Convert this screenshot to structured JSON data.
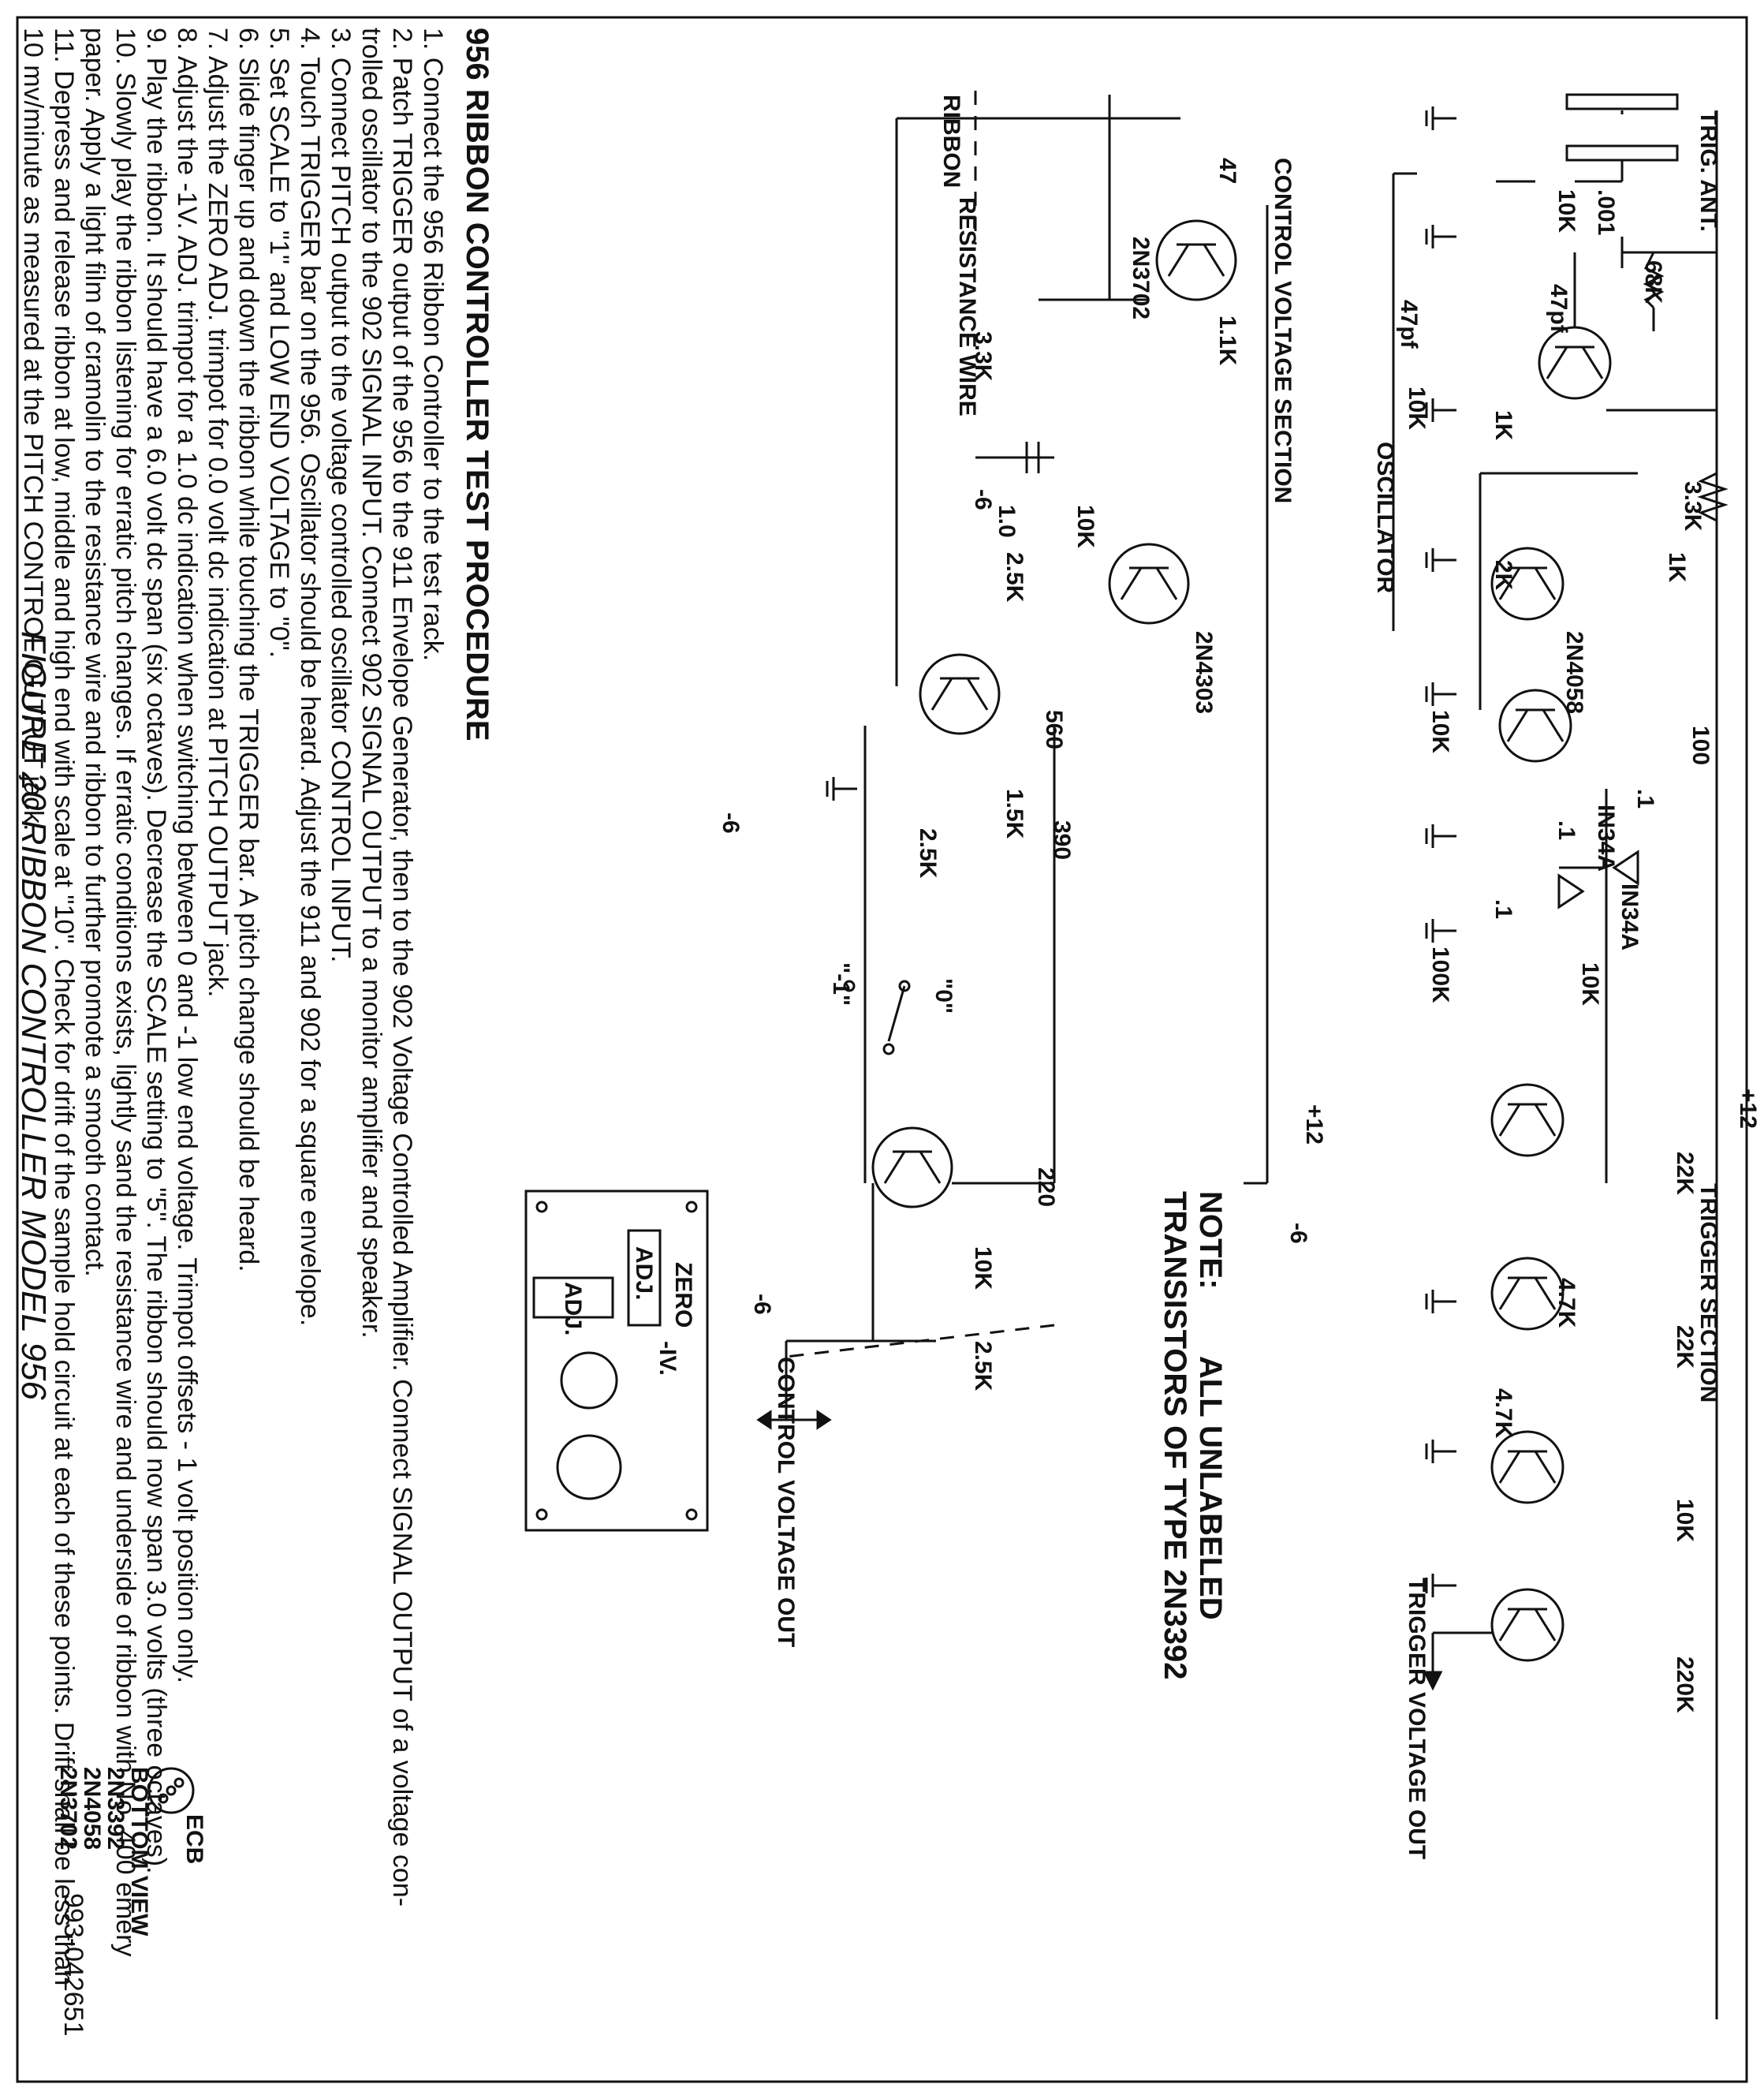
{
  "sections": {
    "trigger": "TRIGGER SECTION",
    "control_voltage": "CONTROL VOLTAGE SECTION",
    "oscillator": "OSCILLATOR"
  },
  "labels": {
    "trig_ant": "TRIG. ANT.",
    "plus12_top": "+12",
    "plus12_mid": "+12",
    "minus6_trigger": "-6",
    "minus6_a": "-6",
    "minus6_b": "-6",
    "minus6_c": "-6",
    "ribbon": "RIBBON",
    "resistance_wire": "RESISTANCE\nWIRE",
    "trigger_voltage_out": "TRIGGER\nVOLTAGE\nOUT",
    "control_voltage_out": "CONTROL\nVOLTAGE\nOUT",
    "switch_zero": "\"0\"",
    "switch_minus1": "\"-1\""
  },
  "components": {
    "r68k": "68K",
    "r10k_osc": "10K",
    "c001": ".001",
    "c47pf_a": "47pf",
    "c47pf_b": "47pf",
    "r10k_b": "10K",
    "r1k_a": "1K",
    "r33k": "3.3K",
    "r2k": "2K",
    "r1k_b": "1K",
    "q2n4058": "2N4058",
    "r10k_c": "10K",
    "r100": "100",
    "c01_a": ".1",
    "c01_b": ".1",
    "c01_c": ".1",
    "d1": "IN34A",
    "d2": "IN34A",
    "r100k": "100K",
    "r10k_d": "10K",
    "r22k_a": "22K",
    "r22k_b": "22K",
    "r47k_a": "4.7K",
    "r47k_b": "4.7K",
    "r10k_e": "10K",
    "r220k": "220K",
    "r47": "47",
    "q2n3702": "2N3702",
    "r11k": "1.1K",
    "r33k_b": "3.3K",
    "r10k_f": "10K",
    "c10": "1.0",
    "q2n4303": "2N4303",
    "r25k_a": "2.5K",
    "r560": "560",
    "r15k": "1.5K",
    "r25k_b": "2.5K",
    "r390": "390",
    "r220": "220",
    "r10k_g": "10K",
    "r25k_c": "2.5K"
  },
  "board": {
    "zero": "ZERO",
    "adj1": "ADJ.",
    "adj2": "ADJ.",
    "iv": "-IV."
  },
  "note": {
    "label": "NOTE:",
    "text": "ALL UNLABELED TRANSISTORS OF TYPE 2N3392"
  },
  "pinout": {
    "ecb": "ECB",
    "title": "BOTTOM VIEW",
    "types": [
      "2N3392",
      "2N4058",
      "2N3702"
    ]
  },
  "procedure": {
    "title": "956 RIBBON CONTROLLER TEST PROCEDURE",
    "steps": [
      "1.  Connect the 956 Ribbon Controller to the test rack.",
      "2.  Patch TRIGGER output of the 956 to the 911 Envelope Generator, then to the 902 Voltage Controlled Amplifier. Connect SIGNAL OUTPUT of a voltage con-",
      "     trolled oscillator to the 902 SIGNAL INPUT. Connect 902 SIGNAL OUTPUT to a monitor amplifier and speaker.",
      "3.  Connect PITCH output to the voltage controlled oscillator CONTROL INPUT.",
      "4.  Touch TRIGGER bar on the 956. Oscillator should be heard. Adjust the 911 and 902 for a square envelope.",
      "5.  Set SCALE to \"1\" and LOW END VOLTAGE to \"0\".",
      "6.  Slide finger up and down the ribbon while touching the TRIGGER bar. A pitch change should be heard.",
      "7.  Adjust the ZERO ADJ. trimpot for 0.0 volt dc indication at PITCH OUTPUT jack.",
      "8.  Adjust the -1V. ADJ. trimpot for a 1.0 dc indication when switching between 0 and -1 low end voltage. Trimpot offsets - 1 volt position only.",
      "9.  Play the ribbon. It should have a 6.0 volt dc span (six octaves). Decrease the SCALE setting to \"5\". The ribbon should now span 3.0 volts (three octaves).",
      "10. Slowly play the ribbon listening for erratic pitch changes. If erratic conditions exists, lightly sand the resistance wire and underside of ribbon with No. 400 emery",
      "     paper. Apply a light film of cramolin to the resistance wire and ribbon to further promote a smooth contact.",
      "11. Depress and release ribbon at low, middle and high end with scale at \"10\". Check for drift of the sample hold circuit at each of these points. Drift shall be less than",
      "     10 mv/minute as measured at the PITCH CONTROL OUTPUT jack."
    ]
  },
  "caption": "FIGURE 20 RIBBON CONTROLLER MODEL 956",
  "doc_number": "993-042651"
}
